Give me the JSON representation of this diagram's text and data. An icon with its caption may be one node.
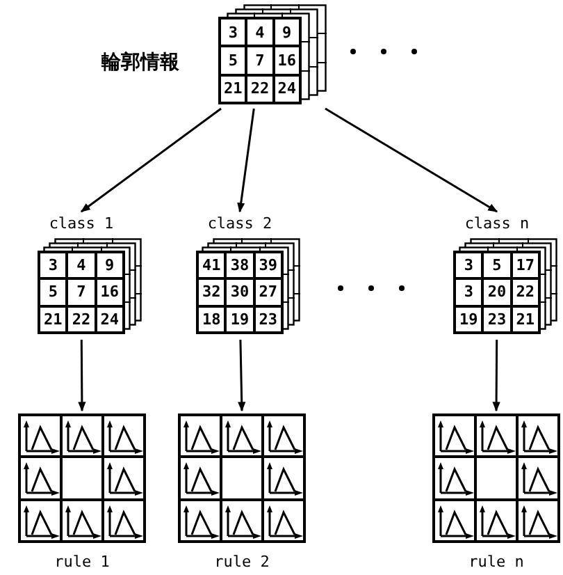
{
  "diagram": {
    "nodes": [
      {
        "text": [
          "3",
          "4",
          "9",
          "5",
          "7",
          "16",
          "21",
          "22",
          "24"
        ],
        "beside": [
          "輪郭情報"
        ]
      },
      {
        "text": [
          "class 1",
          "3",
          "4",
          "9",
          "5",
          "7",
          "16",
          "21",
          "22",
          "24"
        ]
      },
      {
        "text": [
          "class 2",
          "41",
          "38",
          "39",
          "32",
          "30",
          "27",
          "18",
          "19",
          "23"
        ]
      },
      {
        "text": [
          "class n",
          "3",
          "5",
          "17",
          "3",
          "20",
          "22",
          "19",
          "23",
          "21"
        ]
      },
      {
        "text": [
          "rule 1"
        ]
      },
      {
        "text": [
          "rule 2"
        ]
      },
      {
        "text": [
          "rule n"
        ]
      }
    ],
    "edges": [
      {
        "from": 0,
        "to": 1,
        "arrow": "to"
      },
      {
        "from": 0,
        "to": 2,
        "arrow": "to"
      },
      {
        "from": 0,
        "to": 3,
        "arrow": "to"
      },
      {
        "from": 1,
        "to": 4,
        "arrow": "to"
      },
      {
        "from": 2,
        "to": 5,
        "arrow": "to"
      },
      {
        "from": 3,
        "to": 6,
        "arrow": "to"
      }
    ]
  }
}
